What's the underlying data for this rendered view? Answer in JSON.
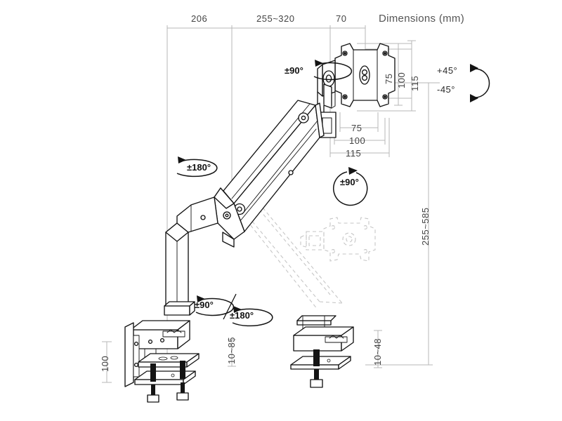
{
  "drawing": {
    "title": "Dimensions (mm)",
    "units": "mm",
    "subject": "gas-spring monitor arm desk mount"
  },
  "top_dimensions": [
    {
      "name": "base-to-joint",
      "label": "206"
    },
    {
      "name": "extension-range",
      "label": "255~320"
    },
    {
      "name": "bracket-depth",
      "label": "70"
    }
  ],
  "vesa_vertical": [
    {
      "name": "vesa-v-75",
      "label": "75"
    },
    {
      "name": "vesa-v-100",
      "label": "100"
    },
    {
      "name": "vesa-v-115",
      "label": "115"
    }
  ],
  "vesa_horizontal": [
    {
      "name": "vesa-h-75",
      "label": "75"
    },
    {
      "name": "vesa-h-100",
      "label": "100"
    },
    {
      "name": "vesa-h-115",
      "label": "115"
    }
  ],
  "tilt": {
    "up_label": "+45°",
    "down_label": "-45°"
  },
  "height_range": {
    "label": "255~585"
  },
  "rotation_callouts": [
    {
      "name": "screen-rotation",
      "label": "±90°"
    },
    {
      "name": "arm-rotation",
      "label": "±180°"
    },
    {
      "name": "bracket-swivel",
      "label": "±90°"
    },
    {
      "name": "base-tilt",
      "label": "±90°"
    },
    {
      "name": "base-rotation",
      "label": "±180°"
    }
  ],
  "base_dimensions": {
    "clamp_height": "100",
    "clamp_thickness": "10~85",
    "grommet_thickness": "10~48"
  },
  "colors": {
    "ink": "#1a1a1a",
    "dim_line": "#b7b7b7",
    "ghost": "#c9c9c9",
    "text": "#444444",
    "background": "#ffffff"
  }
}
